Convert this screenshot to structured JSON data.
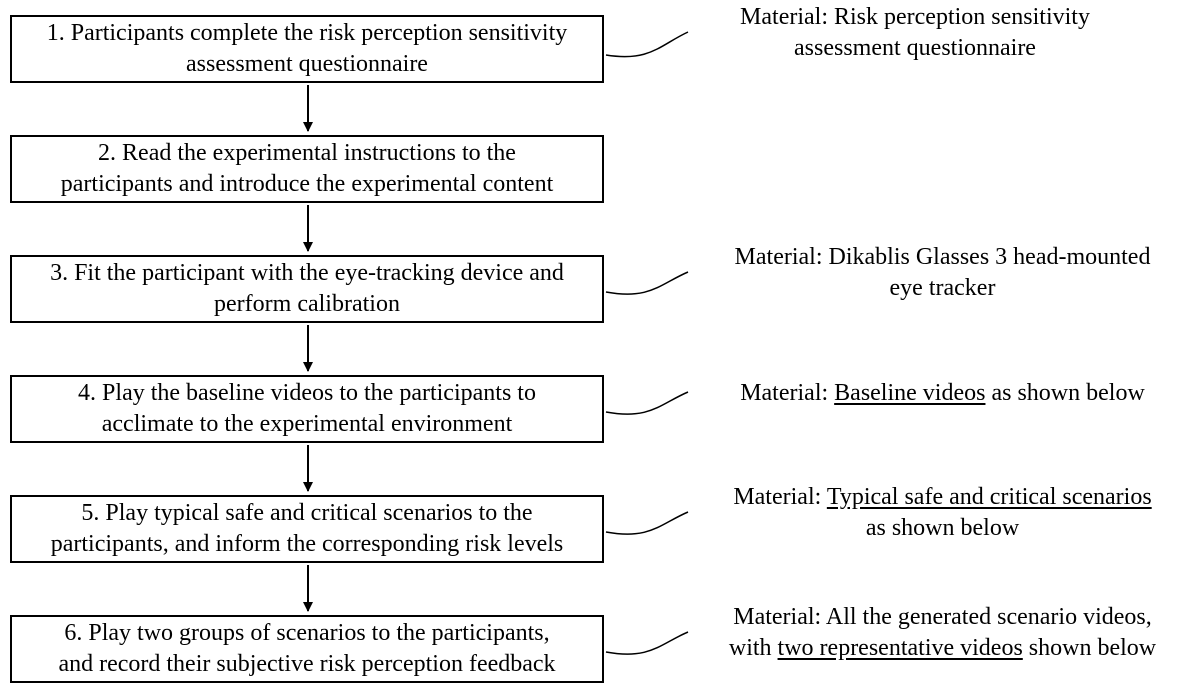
{
  "steps": [
    {
      "lines": [
        "1. Participants complete the risk perception sensitivity",
        "assessment questionnaire"
      ]
    },
    {
      "lines": [
        "2. Read the experimental instructions to the",
        "participants and introduce the experimental content"
      ]
    },
    {
      "lines": [
        "3. Fit the participant with the eye-tracking device and",
        "perform calibration"
      ]
    },
    {
      "lines": [
        "4. Play the baseline videos to the participants to",
        "acclimate to the experimental environment"
      ]
    },
    {
      "lines": [
        "5. Play typical safe and critical scenarios to the",
        "participants, and inform the corresponding risk levels"
      ]
    },
    {
      "lines": [
        "6. Play two groups of scenarios to the participants,",
        "and record their subjective risk perception feedback"
      ]
    }
  ],
  "materials": {
    "step1": {
      "line1": "Material: Risk perception sensitivity",
      "line2": "assessment questionnaire"
    },
    "step3": {
      "line1": "Material: Dikablis Glasses 3 head-mounted",
      "line2": "eye tracker"
    },
    "step4": {
      "prefix": "Material: ",
      "link": "Baseline videos",
      "suffix": " as shown below"
    },
    "step5": {
      "prefix": "Material: ",
      "link": "Typical safe and critical scenarios",
      "line2": "as shown below"
    },
    "step6": {
      "line1": "Material: All the generated scenario videos,",
      "prefix2": "with ",
      "link": "two representative videos",
      "suffix2": " shown below"
    }
  }
}
